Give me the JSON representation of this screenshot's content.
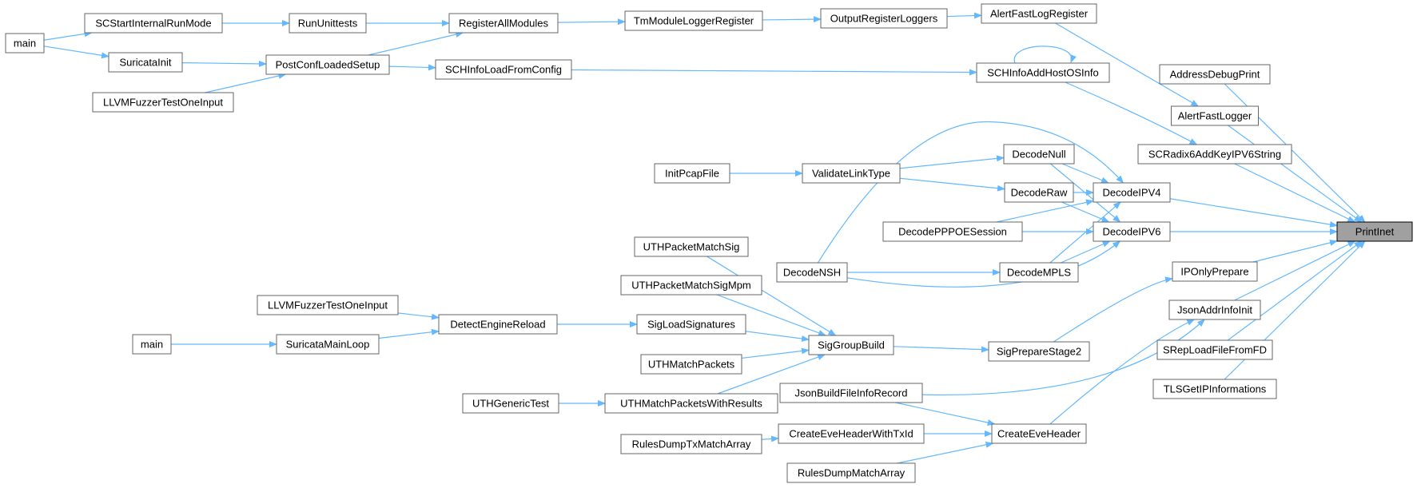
{
  "graph": {
    "nodes": [
      {
        "id": "printinet",
        "label": "PrintInet",
        "highlight": true
      },
      {
        "id": "addressdebugprint",
        "label": "AddressDebugPrint"
      },
      {
        "id": "alertfastlogger",
        "label": "AlertFastLogger"
      },
      {
        "id": "scradix6",
        "label": "SCRadix6AddKeyIPV6String"
      },
      {
        "id": "decodeipv4",
        "label": "DecodeIPV4"
      },
      {
        "id": "decodeipv6",
        "label": "DecodeIPV6"
      },
      {
        "id": "iponlyprepare",
        "label": "IPOnlyPrepare"
      },
      {
        "id": "jsonaddrinfoinit",
        "label": "JsonAddrInfoInit"
      },
      {
        "id": "sreploadfilefromfd",
        "label": "SRepLoadFileFromFD"
      },
      {
        "id": "tlsgetipinformations",
        "label": "TLSGetIPInformations"
      },
      {
        "id": "alertfastlogregister",
        "label": "AlertFastLogRegister"
      },
      {
        "id": "schinfoaddhostosinfo",
        "label": "SCHInfoAddHostOSInfo"
      },
      {
        "id": "outputregisterloggers",
        "label": "OutputRegisterLoggers"
      },
      {
        "id": "tmmoduleloggerregister",
        "label": "TmModuleLoggerRegister"
      },
      {
        "id": "registerallmodules",
        "label": "RegisterAllModules"
      },
      {
        "id": "rununittests",
        "label": "RunUnittests"
      },
      {
        "id": "scstartinternalrunmode",
        "label": "SCStartInternalRunMode"
      },
      {
        "id": "main1",
        "label": "main"
      },
      {
        "id": "suricatainit",
        "label": "SuricataInit"
      },
      {
        "id": "postconfloadedsetup",
        "label": "PostConfLoadedSetup"
      },
      {
        "id": "llvmfuzzer1",
        "label": "LLVMFuzzerTestOneInput"
      },
      {
        "id": "schinfoloadfromconfig",
        "label": "SCHInfoLoadFromConfig"
      },
      {
        "id": "decodenull",
        "label": "DecodeNull"
      },
      {
        "id": "decoderaw",
        "label": "DecodeRaw"
      },
      {
        "id": "decodepppoesession",
        "label": "DecodePPPOESession"
      },
      {
        "id": "decodempls",
        "label": "DecodeMPLS"
      },
      {
        "id": "decodensh",
        "label": "DecodeNSH"
      },
      {
        "id": "validatelinktype",
        "label": "ValidateLinkType"
      },
      {
        "id": "initpcapfile",
        "label": "InitPcapFile"
      },
      {
        "id": "sigpreparestage2",
        "label": "SigPrepareStage2"
      },
      {
        "id": "siggroupbuild",
        "label": "SigGroupBuild"
      },
      {
        "id": "uthpacketmatchsig",
        "label": "UTHPacketMatchSig"
      },
      {
        "id": "uthpacketmatchsigmpm",
        "label": "UTHPacketMatchSigMpm"
      },
      {
        "id": "sigloadsignatures",
        "label": "SigLoadSignatures"
      },
      {
        "id": "uthmatchpackets",
        "label": "UTHMatchPackets"
      },
      {
        "id": "uthmatchpacketswithresults",
        "label": "UTHMatchPacketsWithResults"
      },
      {
        "id": "uthgenerictest",
        "label": "UTHGenericTest"
      },
      {
        "id": "detectenginereload",
        "label": "DetectEngineReload"
      },
      {
        "id": "llvmfuzzer2",
        "label": "LLVMFuzzerTestOneInput"
      },
      {
        "id": "suricatamainloop",
        "label": "SuricataMainLoop"
      },
      {
        "id": "main2",
        "label": "main"
      },
      {
        "id": "createeveheader",
        "label": "CreateEveHeader"
      },
      {
        "id": "jsonbuildfileinforecord",
        "label": "JsonBuildFileInfoRecord"
      },
      {
        "id": "createeveheaderwithtxid",
        "label": "CreateEveHeaderWithTxId"
      },
      {
        "id": "rulesdumptxmatcharray",
        "label": "RulesDumpTxMatchArray"
      },
      {
        "id": "rulesdumpmatcharray",
        "label": "RulesDumpMatchArray"
      }
    ],
    "edges": [
      {
        "from": "addressdebugprint",
        "to": "printinet"
      },
      {
        "from": "alertfastlogger",
        "to": "printinet"
      },
      {
        "from": "scradix6",
        "to": "printinet"
      },
      {
        "from": "decodeipv4",
        "to": "printinet"
      },
      {
        "from": "decodeipv6",
        "to": "printinet"
      },
      {
        "from": "iponlyprepare",
        "to": "printinet"
      },
      {
        "from": "jsonaddrinfoinit",
        "to": "printinet"
      },
      {
        "from": "sreploadfilefromfd",
        "to": "printinet"
      },
      {
        "from": "tlsgetipinformations",
        "to": "printinet"
      },
      {
        "from": "alertfastlogregister",
        "to": "alertfastlogger"
      },
      {
        "from": "outputregisterloggers",
        "to": "alertfastlogregister"
      },
      {
        "from": "tmmoduleloggerregister",
        "to": "outputregisterloggers"
      },
      {
        "from": "registerallmodules",
        "to": "tmmoduleloggerregister"
      },
      {
        "from": "rununittests",
        "to": "registerallmodules"
      },
      {
        "from": "postconfloadedsetup",
        "to": "registerallmodules"
      },
      {
        "from": "scstartinternalrunmode",
        "to": "rununittests"
      },
      {
        "from": "main1",
        "to": "scstartinternalrunmode"
      },
      {
        "from": "main1",
        "to": "suricatainit"
      },
      {
        "from": "suricatainit",
        "to": "postconfloadedsetup"
      },
      {
        "from": "llvmfuzzer1",
        "to": "postconfloadedsetup"
      },
      {
        "from": "postconfloadedsetup",
        "to": "schinfoloadfromconfig"
      },
      {
        "from": "schinfoloadfromconfig",
        "to": "schinfoaddhostosinfo"
      },
      {
        "from": "schinfoaddhostosinfo",
        "to": "schinfoaddhostosinfo"
      },
      {
        "from": "schinfoaddhostosinfo",
        "to": "scradix6"
      },
      {
        "from": "decodenull",
        "to": "decodeipv4"
      },
      {
        "from": "decodenull",
        "to": "decodeipv6"
      },
      {
        "from": "decoderaw",
        "to": "decodeipv4"
      },
      {
        "from": "decoderaw",
        "to": "decodeipv6"
      },
      {
        "from": "decodepppoesession",
        "to": "decodeipv4"
      },
      {
        "from": "decodepppoesession",
        "to": "decodeipv6"
      },
      {
        "from": "decodempls",
        "to": "decodeipv4"
      },
      {
        "from": "decodempls",
        "to": "decodeipv6"
      },
      {
        "from": "decodensh",
        "to": "decodeipv4"
      },
      {
        "from": "decodensh",
        "to": "decodeipv6"
      },
      {
        "from": "decodensh",
        "to": "decodempls"
      },
      {
        "from": "validatelinktype",
        "to": "decodenull"
      },
      {
        "from": "validatelinktype",
        "to": "decoderaw"
      },
      {
        "from": "initpcapfile",
        "to": "validatelinktype"
      },
      {
        "from": "sigpreparestage2",
        "to": "iponlyprepare"
      },
      {
        "from": "siggroupbuild",
        "to": "sigpreparestage2"
      },
      {
        "from": "uthpacketmatchsig",
        "to": "siggroupbuild"
      },
      {
        "from": "uthpacketmatchsigmpm",
        "to": "siggroupbuild"
      },
      {
        "from": "sigloadsignatures",
        "to": "siggroupbuild"
      },
      {
        "from": "uthmatchpackets",
        "to": "siggroupbuild"
      },
      {
        "from": "uthmatchpacketswithresults",
        "to": "siggroupbuild"
      },
      {
        "from": "uthgenerictest",
        "to": "uthmatchpacketswithresults"
      },
      {
        "from": "detectenginereload",
        "to": "sigloadsignatures"
      },
      {
        "from": "llvmfuzzer2",
        "to": "detectenginereload"
      },
      {
        "from": "suricatamainloop",
        "to": "detectenginereload"
      },
      {
        "from": "main2",
        "to": "suricatamainloop"
      },
      {
        "from": "createeveheader",
        "to": "jsonaddrinfoinit"
      },
      {
        "from": "jsonbuildfileinforecord",
        "to": "jsonaddrinfoinit"
      },
      {
        "from": "jsonbuildfileinforecord",
        "to": "createeveheader"
      },
      {
        "from": "createeveheaderwithtxid",
        "to": "createeveheader"
      },
      {
        "from": "rulesdumpmatcharray",
        "to": "createeveheader"
      },
      {
        "from": "rulesdumptxmatcharray",
        "to": "createeveheaderwithtxid"
      }
    ]
  }
}
